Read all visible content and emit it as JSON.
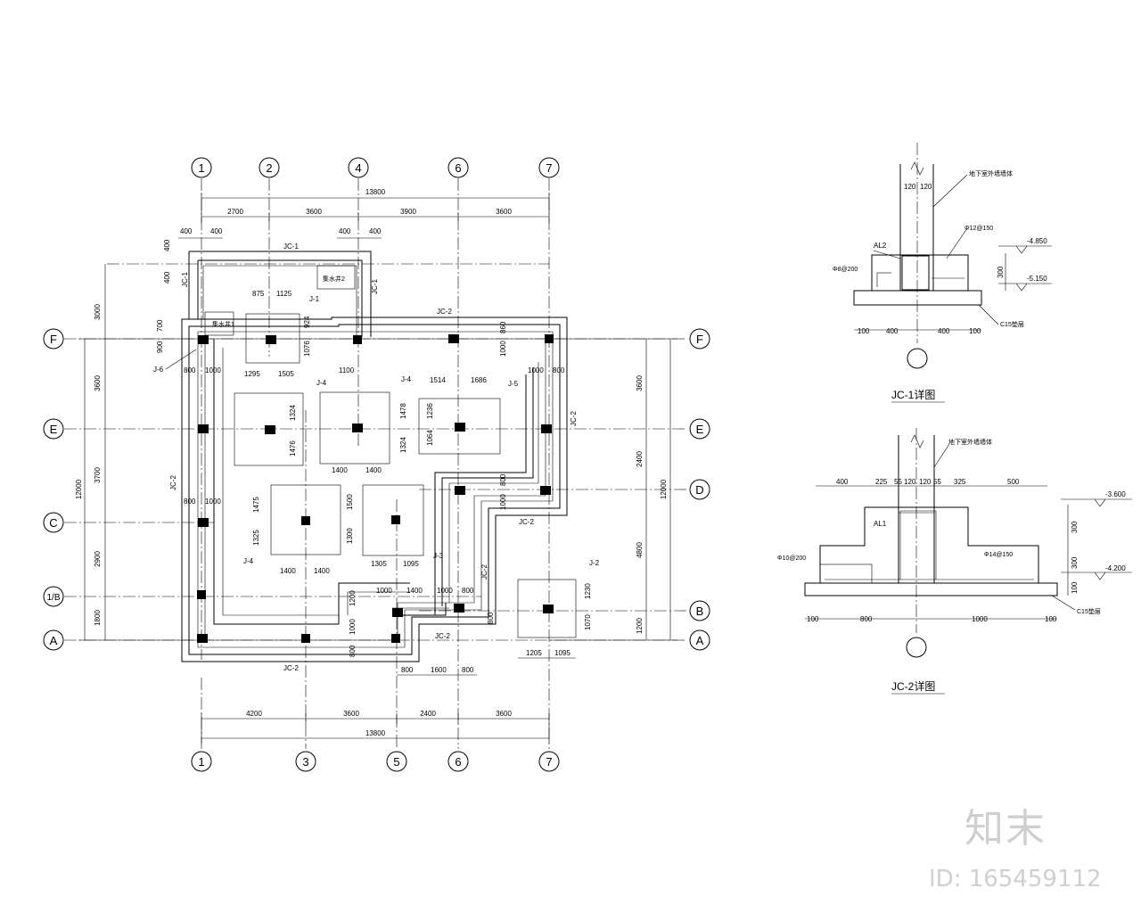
{
  "plan": {
    "top_axes": [
      "1",
      "2",
      "4",
      "6",
      "7"
    ],
    "bottom_axes": [
      "1",
      "3",
      "5",
      "6",
      "7"
    ],
    "left_axes": [
      "F",
      "E",
      "C",
      "1/B",
      "A"
    ],
    "right_axes": [
      "F",
      "E",
      "D",
      "B",
      "A"
    ],
    "top_total": "13800",
    "top_spans": [
      "2700",
      "3600",
      "3900",
      "3600"
    ],
    "bottom_spans": [
      "4200",
      "3600",
      "2400",
      "3600"
    ],
    "bottom_total": "13800",
    "left_spans": [
      "3000",
      "3600",
      "3700",
      "2900",
      "1800"
    ],
    "left_total": "12000",
    "right_spans": [
      "3600",
      "2400",
      "4800",
      "1200"
    ],
    "right_total": "12000",
    "beam_labels": {
      "jc1_top": "JC-1",
      "jc1_left": "JC-1",
      "jc1_right": "JC-1",
      "jc2_top": "JC-2",
      "jc2_right": "JC-2",
      "jc2_left": "JC-2",
      "jc2_bottom": "JC-2",
      "jc2_mid": "JC-2",
      "jc2_d": "JC-2",
      "jc2_low": "JC-2"
    },
    "footings": {
      "j1": "J-1",
      "j4a": "J-4",
      "j4b": "J-4",
      "j4c": "J-4",
      "j5": "J-5",
      "j3": "J-3",
      "j2": "J-2",
      "j6": "J-6"
    },
    "pits": {
      "pit1": "集水井1",
      "pit2": "集水井2"
    },
    "dims": {
      "d400a": "400",
      "d400b": "400",
      "d400c": "400",
      "d400d": "400",
      "d400e": "400",
      "d400f": "400",
      "d875": "875",
      "d1125": "1125",
      "d924": "924",
      "d1076": "1076",
      "d700": "700",
      "d900": "900",
      "d800a": "800",
      "d1000a": "1000",
      "d1295": "1295",
      "d1505": "1505",
      "d1100": "1100",
      "d1324a": "1324",
      "d1476": "1476",
      "d1478": "1478",
      "d1324b": "1324",
      "d1514": "1514",
      "d1686": "1686",
      "d1236": "1236",
      "d1064": "1064",
      "d860": "860",
      "d1000b": "1000",
      "d1000c": "1000",
      "d800b": "800",
      "d1400a": "1400",
      "d1400b": "1400",
      "d800c": "800",
      "d1000d": "1000",
      "d1475": "1475",
      "d1325": "1325",
      "d1400c": "1400",
      "d1400d": "1400",
      "d1500": "1500",
      "d1300": "1300",
      "d1305": "1305",
      "d1095a": "1095",
      "d800d": "800",
      "d1000e": "1000",
      "d1000f": "1000",
      "d1400e": "1400",
      "d1000g": "1000",
      "d800e": "800",
      "d1200": "1200",
      "d1000h": "1000",
      "d800f": "800",
      "d800g": "800",
      "d1230": "1230",
      "d1070": "1070",
      "d1205": "1205",
      "d1095b": "1095",
      "d800h": "800",
      "d1600": "1600",
      "d800i": "800"
    }
  },
  "detail1": {
    "caption": "JC-1详图",
    "note_wall": "地下室外墙墙体",
    "rebar": "Φ12@150",
    "al": "AL2",
    "stirrup": "Φ8@200",
    "elev1": "-4.850",
    "elev2": "-5.150",
    "d300": "300",
    "d120a": "120",
    "d120b": "120",
    "pad": "C15垫层",
    "dims_bottom": [
      "100",
      "400",
      "400",
      "100"
    ]
  },
  "detail2": {
    "caption": "JC-2详图",
    "note_wall": "地下室外墙墙体",
    "dims_top": [
      "400",
      "225",
      "55",
      "120",
      "120",
      "55",
      "325",
      "500"
    ],
    "al": "AL1",
    "rebar_left": "Φ10@200",
    "rebar_right": "Φ14@150",
    "elev1": "-3.600",
    "elev2": "-4.200",
    "d300a": "300",
    "d300b": "300",
    "d100": "100",
    "pad": "C15垫层",
    "dims_bottom": [
      "100",
      "800",
      "1000",
      "100"
    ]
  },
  "watermark": {
    "logo": "知末",
    "id": "ID: 165459112"
  }
}
